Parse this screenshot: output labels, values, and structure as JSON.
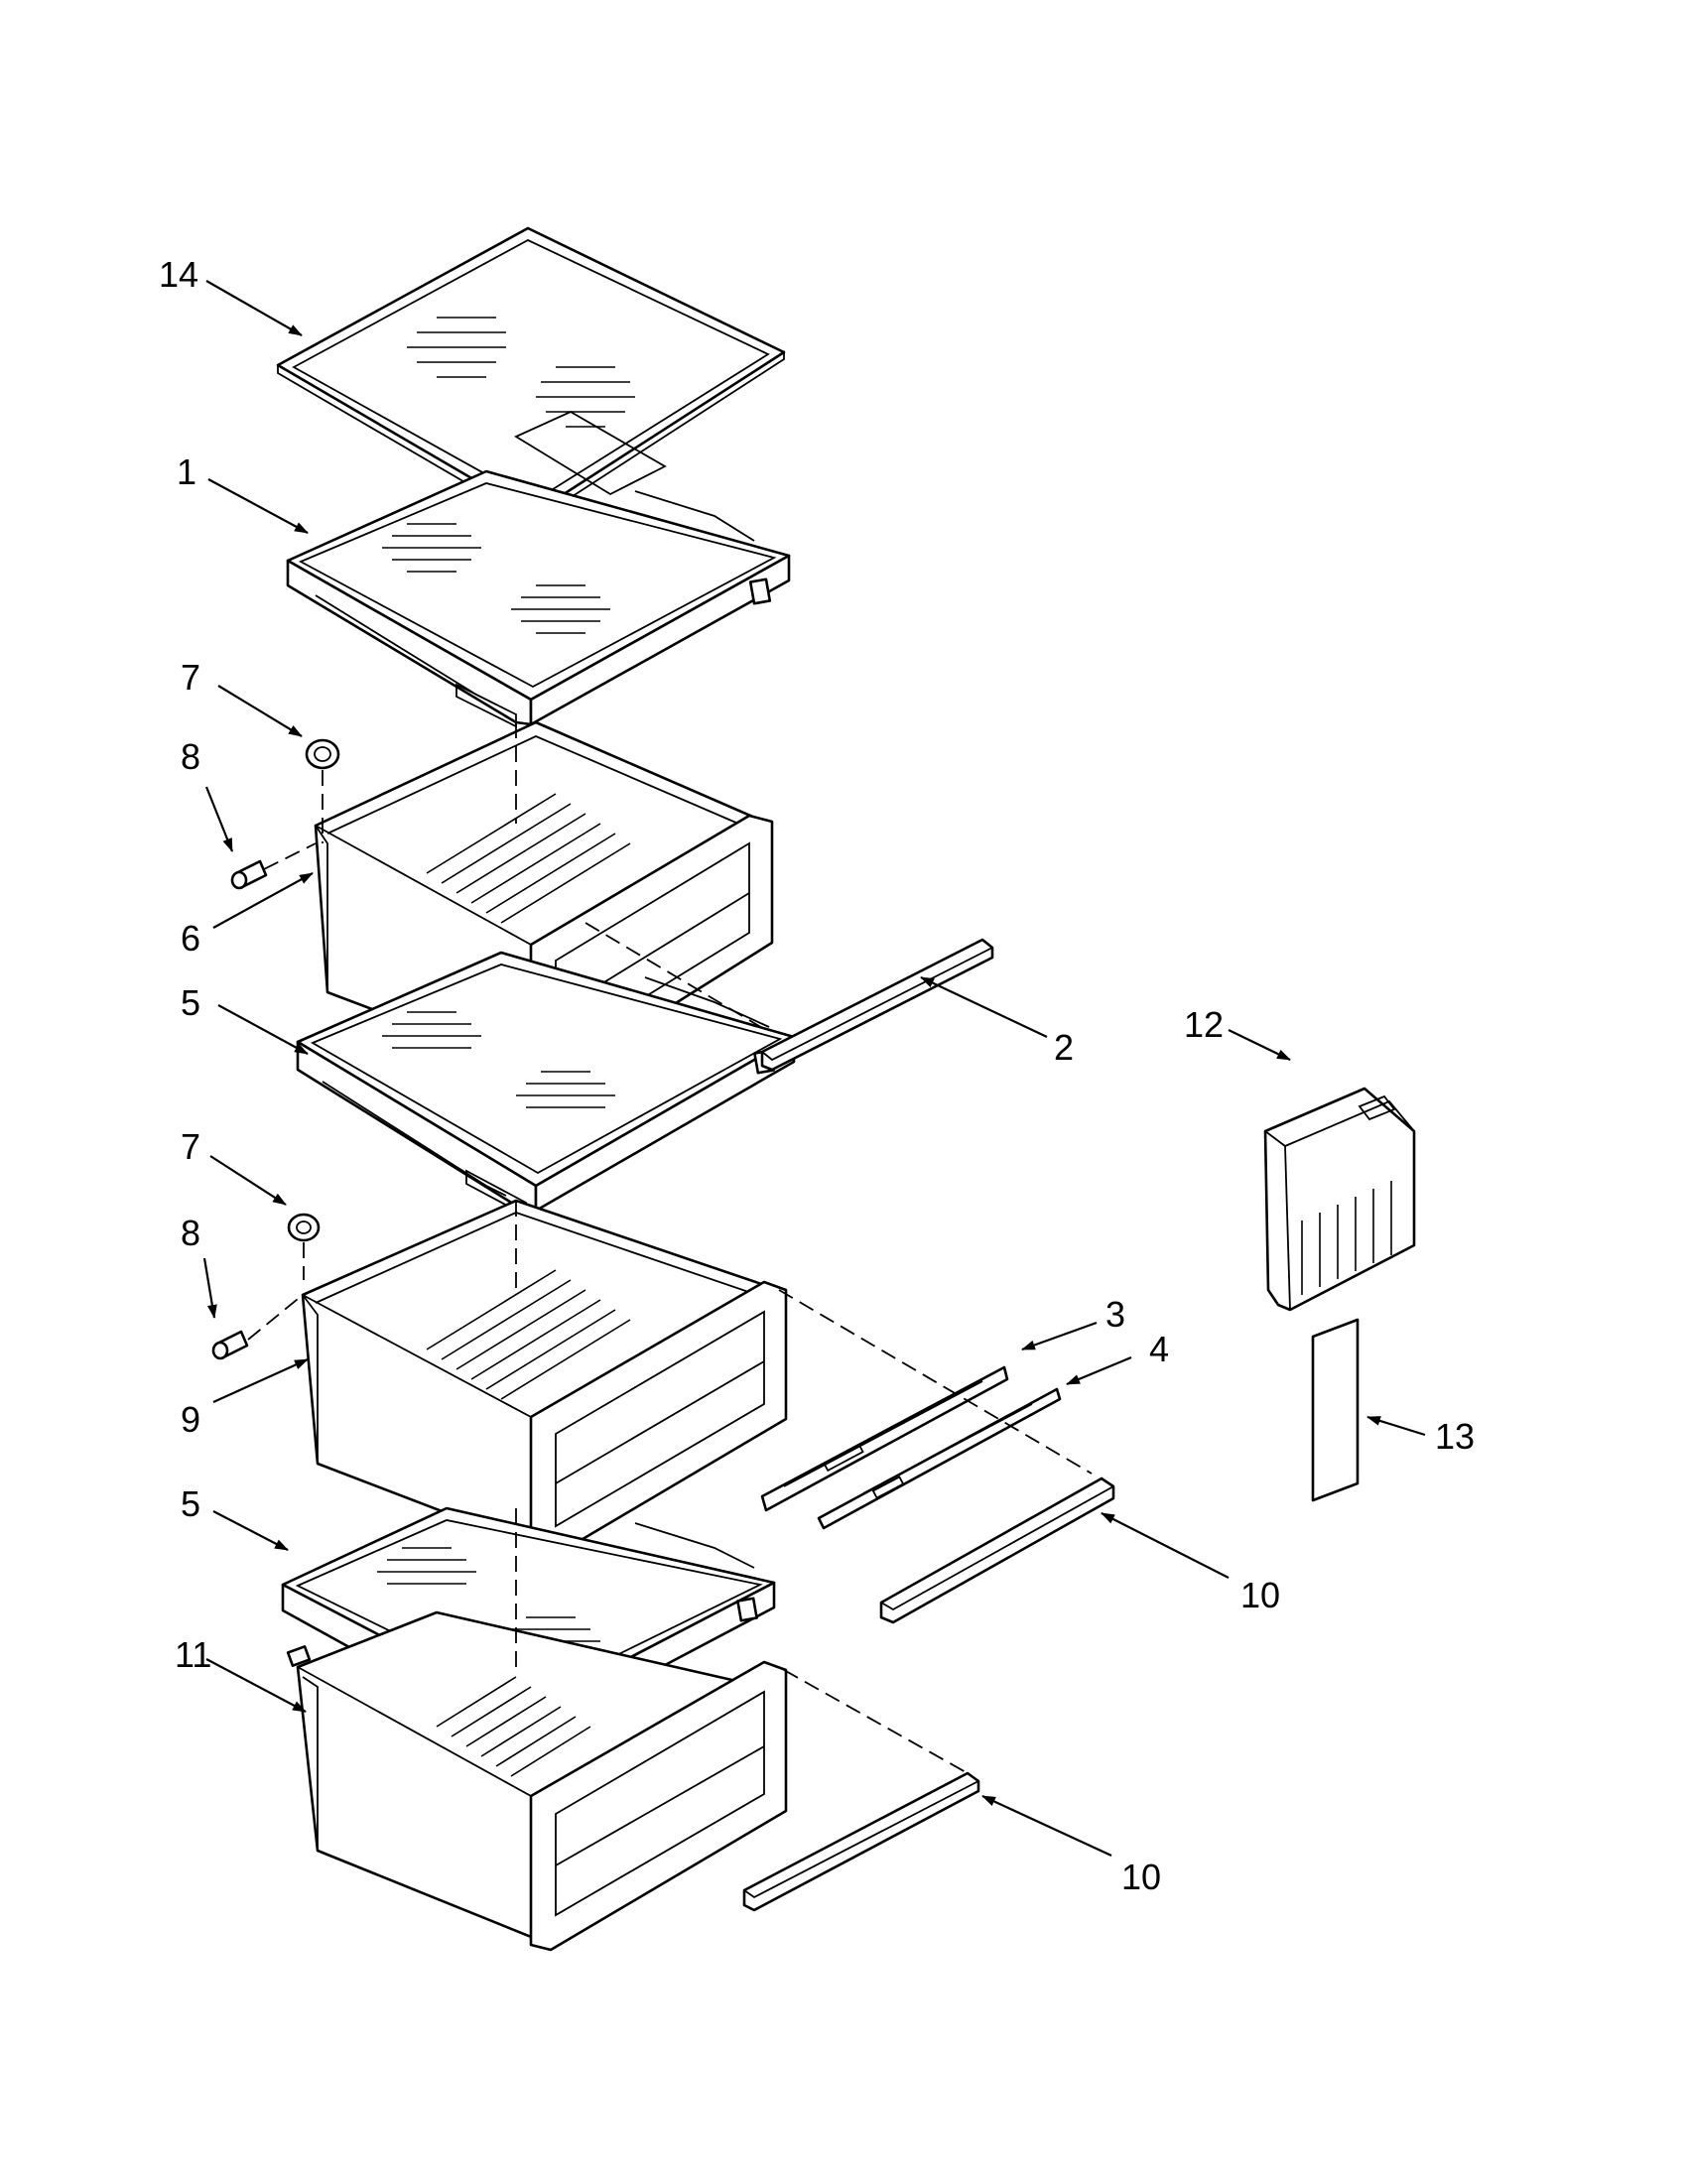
{
  "diagram": {
    "callouts": {
      "c14": "14",
      "c1": "1",
      "c7a": "7",
      "c8a": "8",
      "c6": "6",
      "c5a": "5",
      "c2": "2",
      "c12": "12",
      "c7b": "7",
      "c8b": "8",
      "c3": "3",
      "c4": "4",
      "c13": "13",
      "c9": "9",
      "c5b": "5",
      "c10a": "10",
      "c11": "11",
      "c10b": "10"
    }
  }
}
